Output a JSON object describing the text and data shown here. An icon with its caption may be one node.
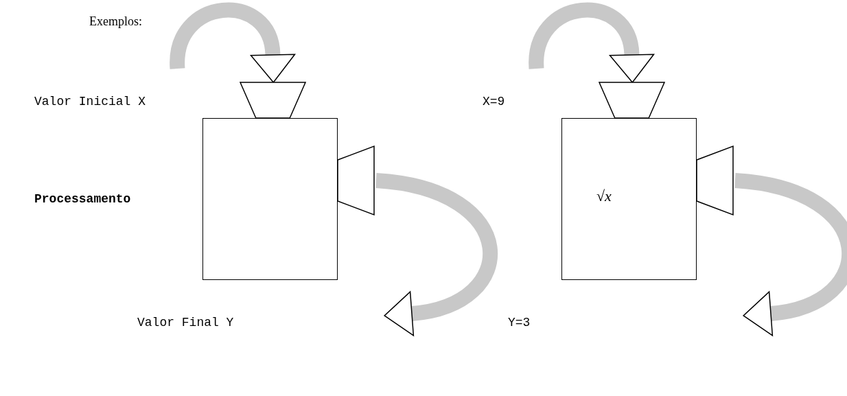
{
  "diagram": {
    "nodes": [
      {
        "text": [],
        "shape": "funnel"
      },
      {
        "text": [],
        "shape": "box"
      },
      {
        "text": [],
        "shape": "funnel"
      },
      {
        "text": [],
        "shape": "funnel"
      },
      {
        "text": [
          "√x"
        ]
      },
      {
        "text": [],
        "shape": "funnel"
      }
    ],
    "edges": [
      {
        "from": null,
        "to": 0,
        "arrow": "to"
      },
      {
        "from": 2,
        "to": null,
        "arrow": "to"
      },
      {
        "from": null,
        "to": 3,
        "arrow": "to"
      },
      {
        "from": 5,
        "to": null,
        "arrow": "to"
      }
    ],
    "labels": [
      "Exemplos:",
      "Valor Inicial X",
      "X=9",
      "Processamento",
      "Valor Final Y",
      "Y=3"
    ]
  }
}
